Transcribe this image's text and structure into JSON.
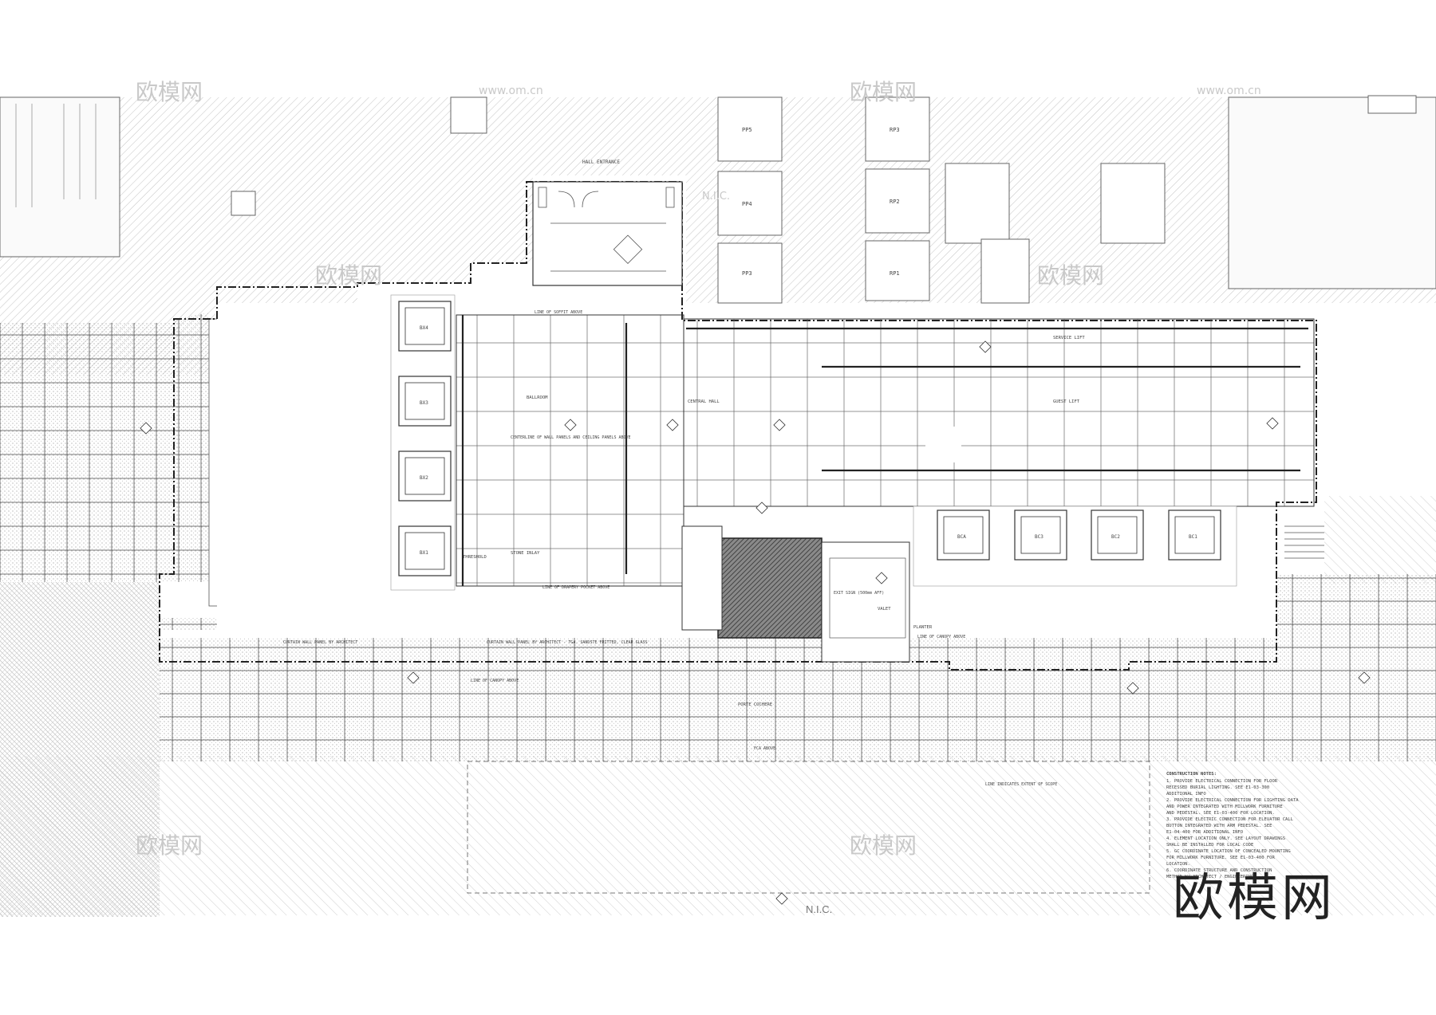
{
  "plan": {
    "nic_top": "N.I.C.",
    "nic_bottom": "N.I.C.",
    "rooms": {
      "hall_entrance": "HALL ENTRANCE",
      "ballroom": "BALLROOM",
      "central_hall": "CENTRAL HALL",
      "guest_lift": "GUEST LIFT",
      "service_lift": "SERVICE LIFT",
      "valet": "VALET",
      "porte_cochere": "PORTE COCHERE",
      "stone_inlay": "STONE INLAY",
      "threshold": "THRESHOLD",
      "planter": "PLANTER"
    },
    "annotations": {
      "line_of_soffit": "LINE OF SOFFIT ABOVE",
      "line_of_canopy": "LINE OF CANOPY ABOVE",
      "line_of_drapery": "LINE OF DRAPERY POCKET ABOVE",
      "curtain_wall_1": "CURTAIN WALL PANEL BY ARCHITECT",
      "curtain_wall_2": "CURTAIN WALL PANEL BY ARCHITECT - TGA. SANDSTE FRITTED, CLEAR GLASS",
      "exit_sign": "EXIT SIGN (500mm AFF)",
      "fca_above": "FCA ABOVE",
      "line_scope": "LINE INDICATES EXTENT OF SCOPE",
      "centerline_walls": "CENTERLINE OF WALL PANELS AND CEILING PANELS ABOVE"
    },
    "elevator_tags": [
      "BX4",
      "BX3",
      "BX2",
      "BX1",
      "BCA",
      "BC3",
      "BC2",
      "BC1"
    ],
    "top_tags": [
      "PP5",
      "PP4",
      "PP3",
      "RP3",
      "RP2",
      "RP1"
    ],
    "notes_title": "CONSTRUCTION NOTES:",
    "notes": [
      "1. PROVIDE ELECTRICAL CONNECTION FOR FLOOR",
      "   RECESSED BURIAL LIGHTING. SEE E1-03-300",
      "   ADDITIONAL INFO",
      "2. PROVIDE ELECTRICAL CONNECTION FOR LIGHTING DATA",
      "   AND POWER INTEGRATED WITH MILLWORK FURNITURE",
      "   AND PEDESTAL. SEE E1-03-400 FOR LOCATION.",
      "3. PROVIDE ELECTRIC CONNECTION FOR ELEVATOR CALL",
      "   BUTTON INTEGRATED WITH ARM PEDESTAL. SEE",
      "   E1-04-400 FOR ADDITIONAL INFO",
      "4. ELEMENT LOCATION ONLY. SEE LAYOUT DRAWINGS",
      "   SHALL BE INSTALLED FOR LOCAL CODE",
      "5. GC COORDINATE LOCATION OF CONCEALED MOUNTING",
      "   FOR MILLWORK FURNITURE. SEE E1-03-400 FOR",
      "   LOCATION.",
      "6. COORDINATE STRUCTURE AND CONSTRUCTION",
      "   METHOD W/ ARCHITECT / ENGINEERING."
    ],
    "watermark_cn": "欧模网",
    "watermark_url": "www.om.cn"
  },
  "brand": {
    "logo_text": "欧模网"
  },
  "colors": {
    "line": "#333333",
    "hatch": "#bdbdbd",
    "paper": "#ffffff"
  }
}
